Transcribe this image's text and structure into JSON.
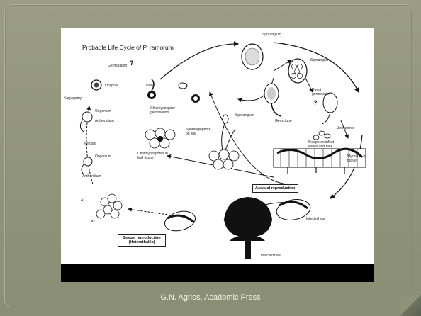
{
  "figure": {
    "title": "Probable Life Cycle of P. ramorum",
    "labels": {
      "germination": "Germination",
      "oospore": "Oospore",
      "karyogamy": "Karyogamy",
      "oogonium_top": "Oogonium",
      "antheridium_top": "Antheridium",
      "meiosis": "Meiosis",
      "oogonium_bottom": "Oogonium",
      "antheridium_bottom": "Antheridium",
      "a1": "A1",
      "a2": "A2",
      "direct": "Direct",
      "chlamydospore_germination": "Chlamydospore germination",
      "chlamydospores_leaf": "Chlamydospores in leaf tissue",
      "sporangium_top": "Sporangium",
      "sporangium_right": "Sporangium",
      "sporangium_mid": "Sporangium",
      "direct_germination": "Direct germination",
      "germ_tube": "Germ tube",
      "zoospores": "Zoospores",
      "sporangiophore": "Sporangiophore on leaf",
      "zoospores_infect": "Zoospores infect leaves and bark",
      "mycelium": "Mycelium in tissue",
      "infected_leaf": "Infected leaf",
      "infected_tree": "Infected tree"
    },
    "asexual_box": "Asexual reproduction",
    "sexual_box": "Sexual reproduction (Heterothallic)"
  },
  "caption": "G.N. Agrios, Academic Press"
}
